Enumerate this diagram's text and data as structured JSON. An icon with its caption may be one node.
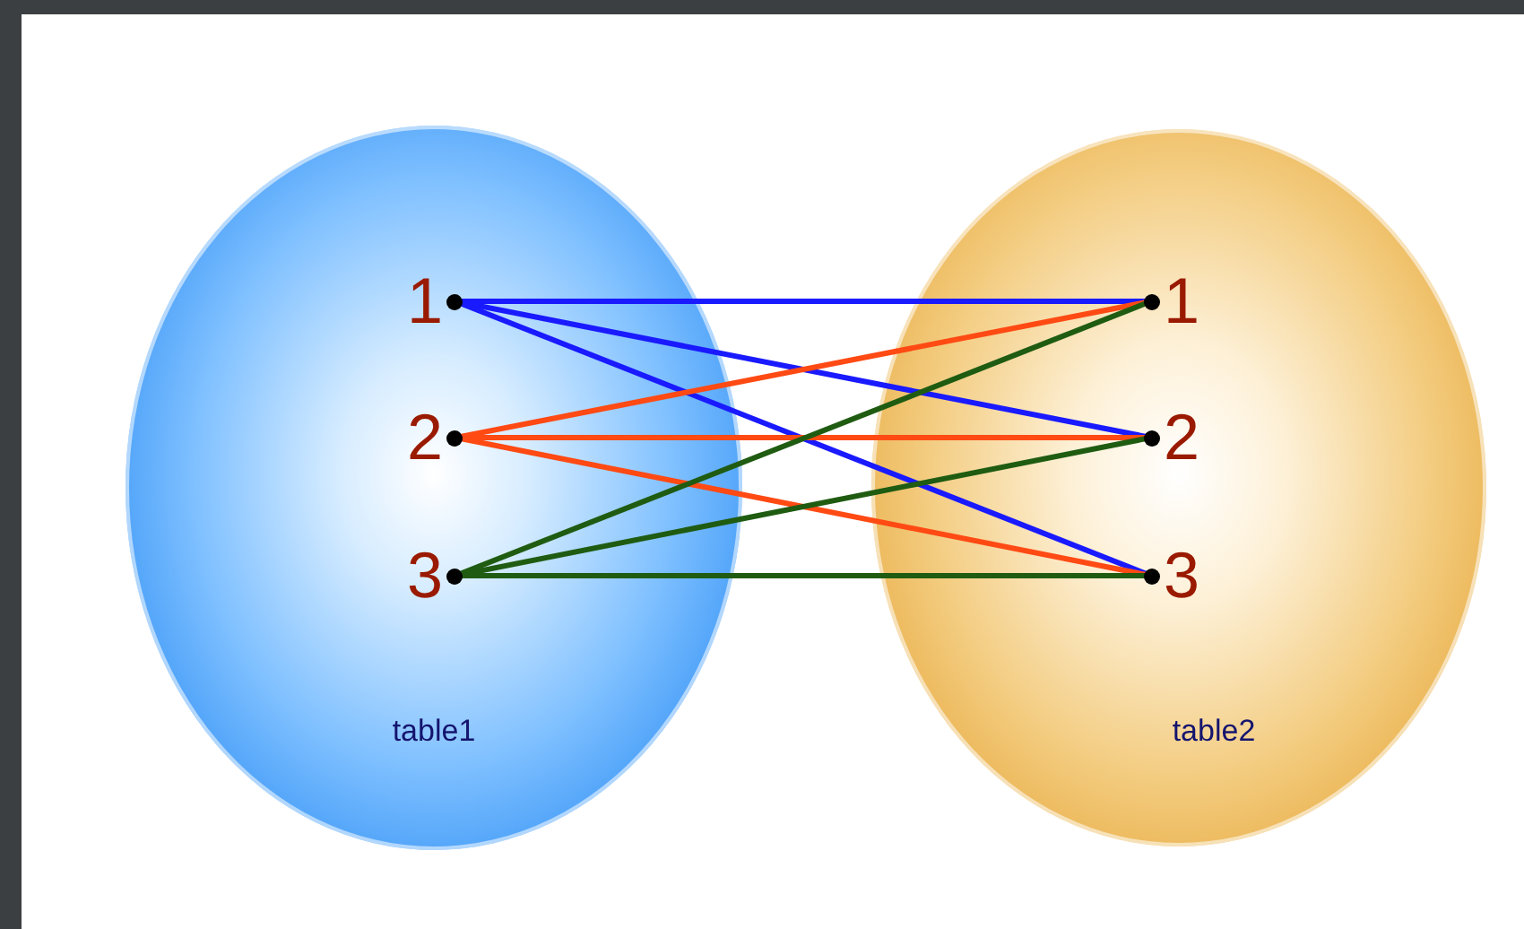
{
  "diagram": {
    "nodes": [
      {
        "text": [
          "table1"
        ]
      },
      {
        "text": [
          "1"
        ],
        "in": 0
      },
      {
        "text": [
          "2"
        ],
        "in": 0
      },
      {
        "text": [
          "3"
        ],
        "in": 0
      },
      {
        "text": [
          "table2"
        ]
      },
      {
        "text": [
          "1"
        ],
        "in": 4
      },
      {
        "text": [
          "2"
        ],
        "in": 4
      },
      {
        "text": [
          "3"
        ],
        "in": 4
      }
    ],
    "edges": [
      {
        "from": 1,
        "to": 5,
        "arrow": "none",
        "color": "#1a1aff"
      },
      {
        "from": 1,
        "to": 6,
        "arrow": "none",
        "color": "#1a1aff"
      },
      {
        "from": 1,
        "to": 7,
        "arrow": "none",
        "color": "#1a1aff"
      },
      {
        "from": 2,
        "to": 5,
        "arrow": "none",
        "color": "#ff4a14"
      },
      {
        "from": 2,
        "to": 6,
        "arrow": "none",
        "color": "#ff4a14"
      },
      {
        "from": 2,
        "to": 7,
        "arrow": "none",
        "color": "#ff4a14"
      },
      {
        "from": 3,
        "to": 5,
        "arrow": "none",
        "color": "#1f5c12"
      },
      {
        "from": 3,
        "to": 6,
        "arrow": "none",
        "color": "#1f5c12"
      },
      {
        "from": 3,
        "to": 7,
        "arrow": "none",
        "color": "#1f5c12"
      }
    ]
  }
}
